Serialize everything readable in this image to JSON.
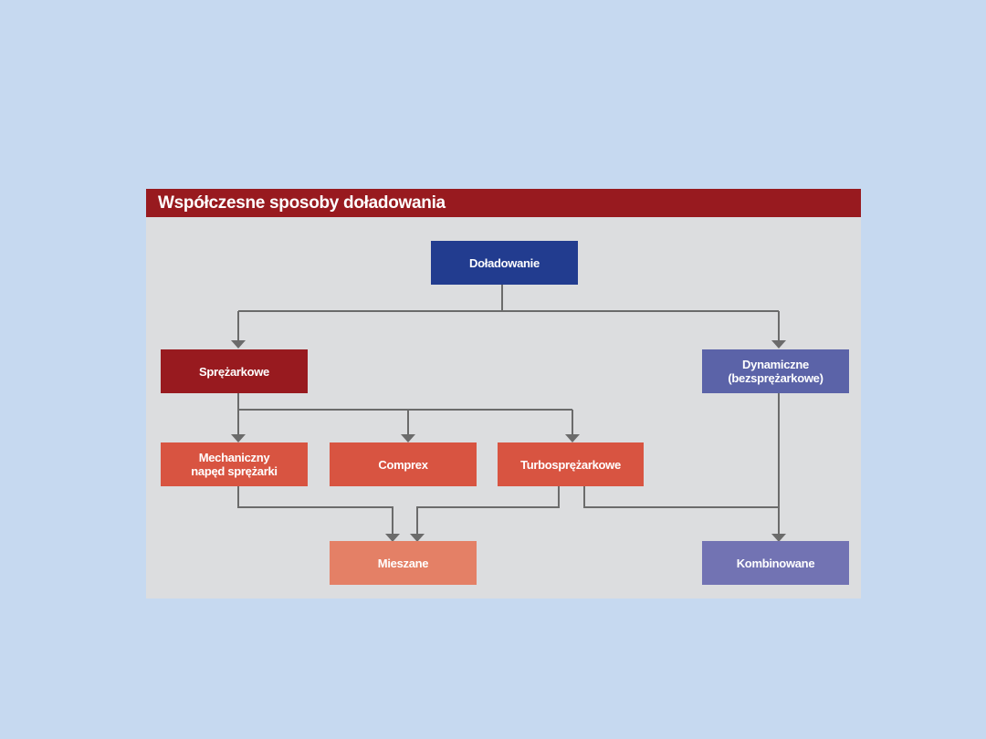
{
  "diagram": {
    "title": "Współczesne sposoby doładowania",
    "colors": {
      "background": "#c6d9f0",
      "panel": "#dcdddf",
      "title_bar": "#981a1f",
      "connector": "#6b6b6b"
    },
    "nodes": {
      "root": {
        "label": "Doładowanie",
        "color": "#223c8f"
      },
      "compressor": {
        "label": "Sprężarkowe",
        "color": "#981a1f"
      },
      "dynamic": {
        "label": "Dynamiczne\n(bezsprężarkowe)",
        "color": "#5b63a8"
      },
      "mechanical": {
        "label": "Mechaniczny\nnapęd sprężarki",
        "color": "#d85441"
      },
      "comprex": {
        "label": "Comprex",
        "color": "#d85441"
      },
      "turbo": {
        "label": "Turbosprężarkowe",
        "color": "#d85441"
      },
      "mixed": {
        "label": "Mieszane",
        "color": "#e48066"
      },
      "combined": {
        "label": "Kombinowane",
        "color": "#7273b3"
      }
    }
  }
}
